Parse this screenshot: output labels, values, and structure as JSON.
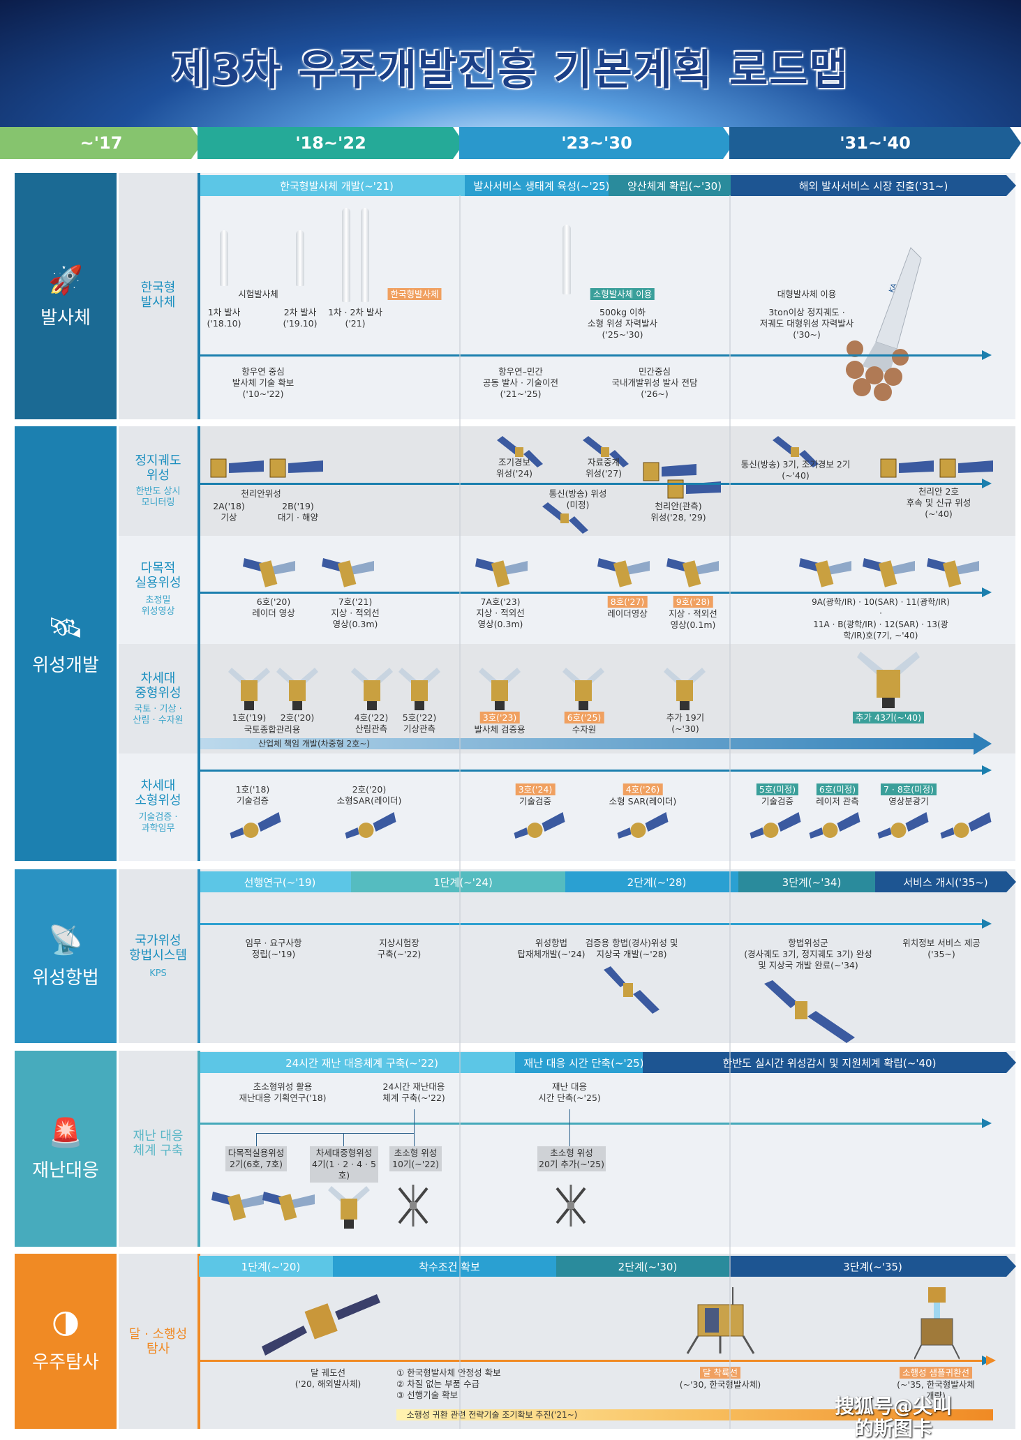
{
  "title": "제3차 우주개발진흥 기본계획 로드맵",
  "periods": [
    "~'17",
    "'18~'22",
    "'23~'30",
    "'31~'40"
  ],
  "colors": {
    "launch": "#1b6a94",
    "satellite": "#1c80b0",
    "navigation": "#2a92c2",
    "disaster": "#47abbd",
    "exploration": "#f08a24"
  },
  "launch": {
    "category": "발사체",
    "label": "한국형\n발사체",
    "stages": [
      "한국형발사체 개발(~'21)",
      "발사서비스 생태계 육성(~'25)",
      "양산체계 확립(~'30)",
      "해외 발사서비스 시장 진출('31~)"
    ],
    "test_vehicle": "시험발사체",
    "kslv_badge": "한국형발사체",
    "launch1": "1차 발사\n('18.10)",
    "launch2": "2차 발사\n('19.10)",
    "launch3": "1차 · 2차 발사\n('21)",
    "small_badge": "소형발사체 이용",
    "small_text": "500kg 이하\n소형 위성 자력발사\n('25~'30)",
    "large_title": "대형발사체 이용",
    "large_text": "3ton이상 정지궤도 ·\n저궤도 대형위성 자력발사\n('30~)",
    "phase1": "항우연 중심\n발사체 기술 확보\n('10~'22)",
    "phase2": "항우연–민간\n공동 발사 · 기술이전\n('21~'25)",
    "phase3": "민간중심\n국내개발위성 발사 전담\n('26~)"
  },
  "satellite": {
    "category": "위성개발",
    "geo": {
      "label": "정지궤도\n위성",
      "sub": "한반도 상시\n모니터링",
      "cheollian": "천리안위성",
      "geo2a": "2A('18)\n기상",
      "geo2b": "2B('19)\n대기 · 해양",
      "early_warning": "조기경보\n위성('24)",
      "relay": "자료중계\n위성('27)",
      "comm": "통신(방송) 위성\n(미정)",
      "obs": "천리안(관측)\n위성('28, '29)",
      "future": "통신(방송) 3기, 조기경보 2기\n(~'40)",
      "cheollian2": "천리안 2호\n후속 및 신규 위성\n(~'40)"
    },
    "kompsat": {
      "label": "다목적\n실용위성",
      "sub": "초정밀\n위성영상",
      "k6": "6호('20)\n레이더 영상",
      "k7": "7호('21)\n지상 · 적외선\n영상(0.3m)",
      "k7a": "7A호('23)\n지상 · 적외선\n영상(0.3m)",
      "k8_badge": "8호('27)",
      "k8": "레이더영상",
      "k9_badge": "9호('28)",
      "k9": "지상 · 적외선\n영상(0.1m)",
      "future": "9A(광학/IR) · 10(SAR) · 11(광학/IR) ·\n11A · B(광학/IR) · 12(SAR) · 13(광학/IR)호(7기, ~'40)"
    },
    "cas": {
      "label": "차세대\n중형위성",
      "sub": "국토 · 기상 ·\n산림 · 수자원",
      "c1": "1호('19)",
      "c2": "2호('20)",
      "land": "국토종합관리용",
      "c4": "4호('22)\n산림관측",
      "c5": "5호('22)\n기상관측",
      "c3_badge": "3호('23)",
      "c3": "발사체 검증용",
      "c6_badge": "6호('25)",
      "c6": "수자원",
      "extra19": "추가 19기\n(~'30)",
      "extra43": "추가 43기(~'40)",
      "industry": "산업체 책임 개발(차중형 2호~)"
    },
    "small": {
      "label": "차세대\n소형위성",
      "sub": "기술검증 ·\n과학임무",
      "s1": "1호('18)\n기술검증",
      "s2": "2호('20)\n소형SAR(레이더)",
      "s3_badge": "3호('24)",
      "s3": "기술검증",
      "s4_badge": "4호('26)",
      "s4": "소형 SAR(레이더)",
      "s5_badge": "5호(미정)",
      "s5": "기술검증",
      "s6_badge": "6호(미정)",
      "s6": "레이저 관측",
      "s78_badge": "7 · 8호(미정)",
      "s78": "영상분광기"
    }
  },
  "navigation": {
    "category": "위성항법",
    "label": "국가위성\n항법시스템",
    "sub": "KPS",
    "stages": [
      "선행연구(~'19)",
      "1단계(~'24)",
      "2단계(~'28)",
      "3단계(~'34)",
      "서비스 개시('35~)"
    ],
    "items": [
      "임무 · 요구사항\n정립(~'19)",
      "지상시험장\n구축(~'22)",
      "위성항법\n탑재체개발(~'24)",
      "검증용 항법(경사)위성 및\n지상국 개발(~'28)",
      "항법위성군\n(경사궤도 3기, 정지궤도 3기) 완성\n및 지상국 개발 완료(~'34)",
      "위치정보 서비스 제공\n('35~)"
    ]
  },
  "disaster": {
    "category": "재난대응",
    "label": "재난 대응\n체계 구축",
    "stages": [
      "24시간 재난 대응체계 구축(~'22)",
      "재난 대응 시간 단축(~'25)",
      "한반도 실시간 위성감시 및  지원체계 확립(~'40)"
    ],
    "research": "초소형위성 활용\n재난대응 기획연구('18)",
    "system24": "24시간  재난대응\n체계 구축(~'22)",
    "shorten": "재난 대응\n시간 단축(~'25)",
    "boxes": [
      "다목적실용위성\n2기(6호, 7호)",
      "차세대중형위성\n4기(1 · 2 · 4 · 5호)",
      "초소형 위성\n10기(~'22)",
      "초소형 위성\n20기 추가(~'25)"
    ]
  },
  "exploration": {
    "category": "우주탐사",
    "label": "달 · 소행성\n탐사",
    "stages": [
      "1단계(~'20)",
      "착수조건 확보",
      "2단계(~'30)",
      "3단계(~'35)"
    ],
    "orbiter": "달 궤도선\n('20, 해외발사체)",
    "conditions": "① 한국형발사체 안정성 확보\n② 차질 없는 부품 수급\n③ 선행기술 확보",
    "lander_badge": "달 착륙선",
    "lander": "(~'30, 한국형발사체)",
    "sample_badge": "소행성 샘플귀환선",
    "sample": "(~'35, 한국형발사체 개량)",
    "strategy": "소행성 귀환 관련 전략기술 조기확보 추진('21~)"
  },
  "watermark": "搜狐号@尖叫的斯图卡"
}
